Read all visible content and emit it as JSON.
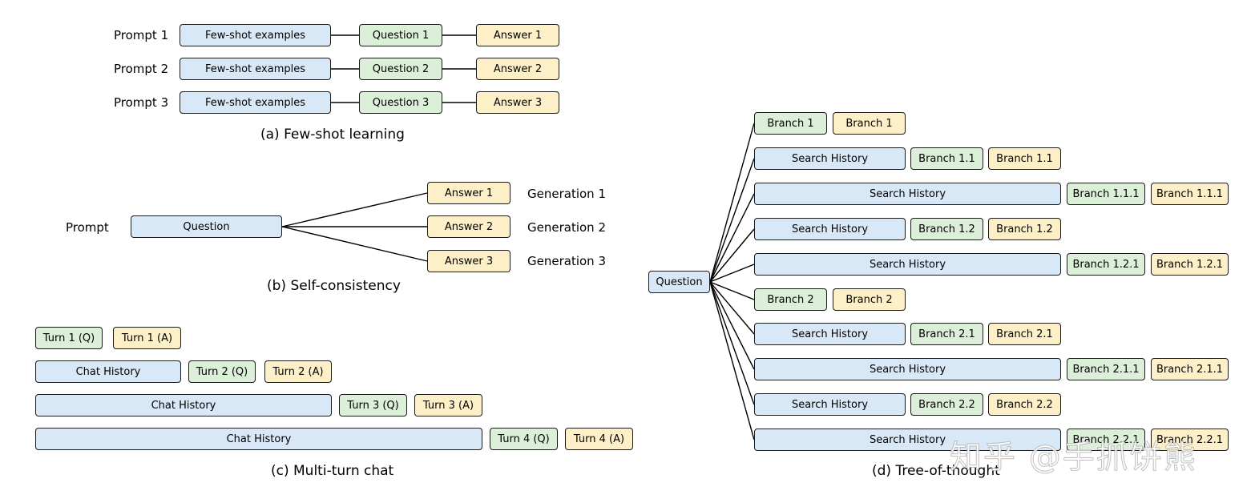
{
  "few_shot": {
    "caption": "(a) Few-shot learning",
    "rows": [
      {
        "prompt": "Prompt 1",
        "examples": "Few-shot examples",
        "question": "Question 1",
        "answer": "Answer 1"
      },
      {
        "prompt": "Prompt 2",
        "examples": "Few-shot examples",
        "question": "Question 2",
        "answer": "Answer 2"
      },
      {
        "prompt": "Prompt 3",
        "examples": "Few-shot examples",
        "question": "Question 3",
        "answer": "Answer 3"
      }
    ]
  },
  "self_consistency": {
    "caption": "(b) Self-consistency",
    "prompt_label": "Prompt",
    "question": "Question",
    "answers": [
      "Answer 1",
      "Answer 2",
      "Answer 3"
    ],
    "generations": [
      "Generation 1",
      "Generation 2",
      "Generation 3"
    ]
  },
  "multi_turn": {
    "caption": "(c) Multi-turn chat",
    "history": "Chat History",
    "turns": [
      {
        "q": "Turn 1 (Q)",
        "a": "Turn 1 (A)"
      },
      {
        "q": "Turn 2 (Q)",
        "a": "Turn 2 (A)"
      },
      {
        "q": "Turn 3 (Q)",
        "a": "Turn 3 (A)"
      },
      {
        "q": "Turn 4 (Q)",
        "a": "Turn 4 (A)"
      }
    ]
  },
  "tree_of_thought": {
    "caption": "(d) Tree-of-thought",
    "root": "Question",
    "history": "Search History",
    "rows": [
      {
        "green": "Branch 1",
        "yellow": "Branch 1"
      },
      {
        "green": "Branch 1.1",
        "yellow": "Branch 1.1"
      },
      {
        "green": "Branch 1.1.1",
        "yellow": "Branch 1.1.1"
      },
      {
        "green": "Branch 1.2",
        "yellow": "Branch 1.2"
      },
      {
        "green": "Branch 1.2.1",
        "yellow": "Branch 1.2.1"
      },
      {
        "green": "Branch 2",
        "yellow": "Branch 2"
      },
      {
        "green": "Branch 2.1",
        "yellow": "Branch 2.1"
      },
      {
        "green": "Branch 2.1.1",
        "yellow": "Branch 2.1.1"
      },
      {
        "green": "Branch 2.2",
        "yellow": "Branch 2.2"
      },
      {
        "green": "Branch 2.2.1",
        "yellow": "Branch 2.2.1"
      }
    ]
  },
  "watermark": "知乎 @手抓饼熊",
  "colors": {
    "context": "#d9e8f6",
    "question": "#dcefd8",
    "answer": "#fdf0c8",
    "outline": "#1a1a1a"
  }
}
